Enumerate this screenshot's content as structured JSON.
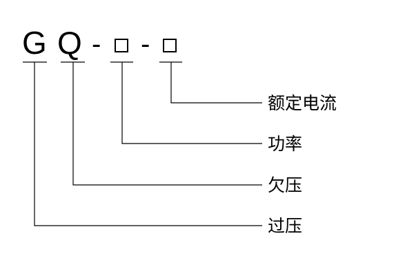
{
  "model_code": {
    "letter_1": "G",
    "letter_2": "Q",
    "separator_1": "-",
    "separator_2": "-"
  },
  "labels": {
    "rated_current": "额定电流",
    "power": "功率",
    "undervoltage": "欠压",
    "overvoltage": "过压"
  }
}
